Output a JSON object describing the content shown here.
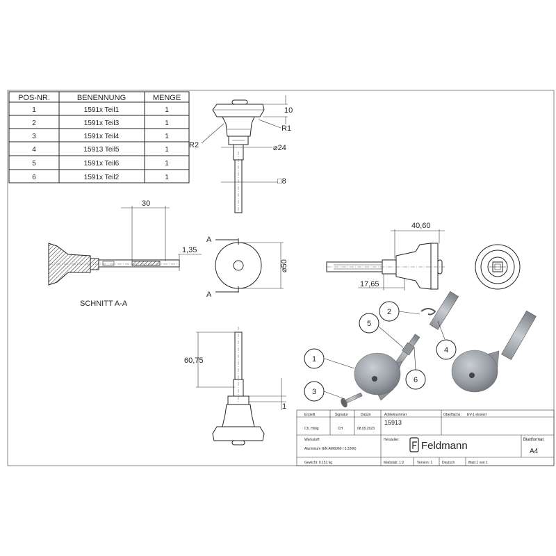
{
  "bom": {
    "headers": [
      "POS-NR.",
      "BENENNUNG",
      "MENGE"
    ],
    "rows": [
      [
        "1",
        "1591x Teil1",
        "1"
      ],
      [
        "2",
        "1591x Teil3",
        "1"
      ],
      [
        "3",
        "1591x Teil4",
        "1"
      ],
      [
        "4",
        "15913 Teil5",
        "1"
      ],
      [
        "5",
        "1591x Teil6",
        "1"
      ],
      [
        "6",
        "1591x Teil2",
        "1"
      ]
    ]
  },
  "dimensions": {
    "top_height": "10",
    "top_radius": "R1",
    "neck_radius": "R2",
    "shaft_dia": "⌀24",
    "square": "□8",
    "section_length": "30",
    "section_wall": "1,35",
    "knob_dia": "⌀50",
    "side_total": "40,60",
    "side_offset": "17,65",
    "bottom_length": "60,75",
    "bottom_small": "1"
  },
  "labels": {
    "section_title": "SCHNITT A-A",
    "cut_marker": "A"
  },
  "balloons": [
    "1",
    "2",
    "3",
    "4",
    "5",
    "6"
  ],
  "title_block": {
    "col_erstellt": "Erstellt",
    "col_signatur": "Signatur",
    "col_datum": "Datum",
    "col_artikel": "Artikelnummer",
    "col_oberflaeche": "Oberfläche:",
    "oberflaeche": "EV-1 eloxiert",
    "erstellt_by": "Ch. Hölig",
    "signatur": "CH",
    "datum": "08.09.2023",
    "artikel": "15913",
    "werkstoff_label": "Werkstoff:",
    "werkstoff": "Aluminium (EN AW6060 / 3.3206)",
    "hersteller_label": "Hersteller:",
    "brand": "Feldmann",
    "blattformat_label": "Blattformat",
    "blattformat": "A4",
    "gewicht": "Gewicht: 0.151 kg",
    "massstab": "Maßstab: 1:2",
    "version": "Version: 1",
    "sprache": "Deutsch",
    "blatt": "Blatt 1 von 1"
  },
  "colors": {
    "line": "#222222",
    "part_fill": "#9aa0a6",
    "part_dark": "#6f757b"
  }
}
